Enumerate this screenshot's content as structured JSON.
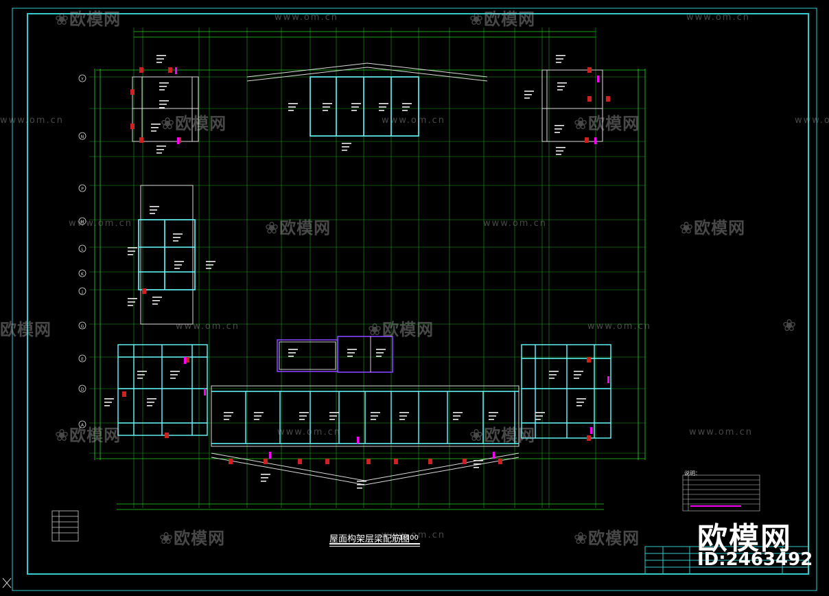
{
  "drawing": {
    "title": "屋面构架层梁配筋图",
    "scale": "1:100",
    "notes_heading": "说明："
  },
  "watermarks": {
    "brand_cn": "欧模网",
    "url": "www.om.cn",
    "id_label": "ID:2463492"
  },
  "axes": {
    "left_labels": [
      "Y",
      "N",
      "P",
      "M",
      "L",
      "K",
      "J",
      "G",
      "E",
      "D",
      "A"
    ]
  },
  "colors": {
    "background": "#000000",
    "frame": "#33cccc",
    "grid": "#22dd22",
    "beam": "#66ffff",
    "text": "#ffffff",
    "column": "#cc2222",
    "highlight": "#8844ff",
    "magenta": "#ff00ff"
  }
}
